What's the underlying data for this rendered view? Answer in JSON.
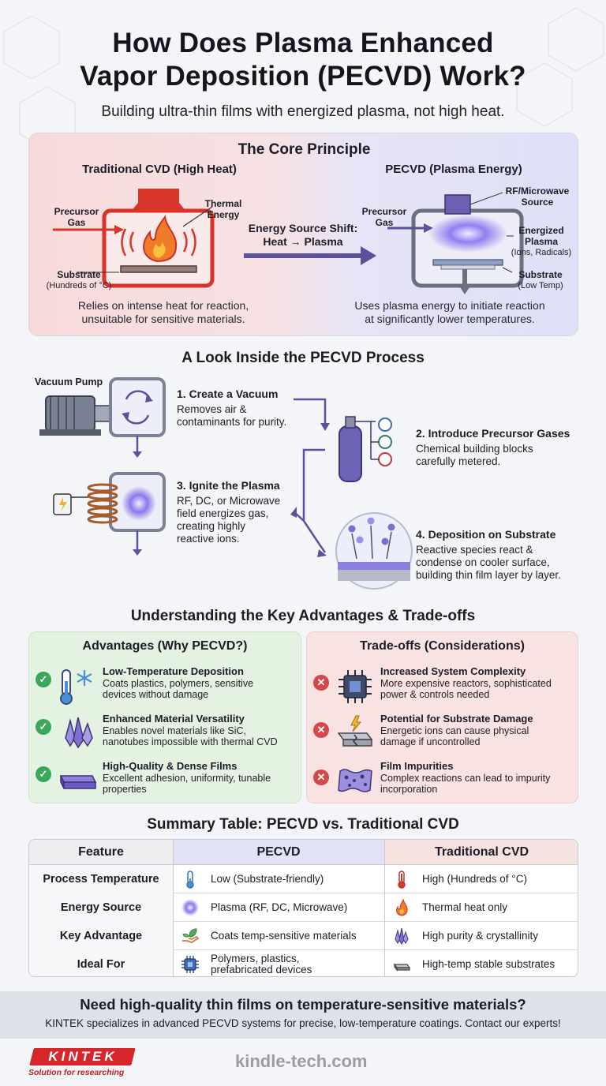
{
  "header": {
    "title_line1": "How Does Plasma Enhanced",
    "title_line2": "Vapor Deposition (PECVD) Work?",
    "subtitle": "Building ultra-thin films with energized plasma, not high heat."
  },
  "core": {
    "title": "The Core Principle",
    "left": {
      "heading": "Traditional CVD (High Heat)",
      "precursor_line1": "Precursor",
      "precursor_line2": "Gas",
      "thermal_line1": "Thermal",
      "thermal_line2": "Energy",
      "substrate": "Substrate",
      "substrate_note": "(Hundreds of °C)",
      "desc_line1": "Relies on intense heat for reaction,",
      "desc_line2": "unsuitable for sensitive materials."
    },
    "shift_line1": "Energy Source Shift:",
    "shift_line2": "Heat → Plasma",
    "right": {
      "heading": "PECVD (Plasma Energy)",
      "precursor_line1": "Precursor",
      "precursor_line2": "Gas",
      "source_line1": "RF/Microwave",
      "source_line2": "Source",
      "plasma_line1": "Energized",
      "plasma_line2": "Plasma",
      "plasma_note": "(Ions, Radicals)",
      "substrate": "Substrate",
      "substrate_note": "(Low Temp)",
      "desc_line1": "Uses plasma energy to initiate reaction",
      "desc_line2": "at significantly lower temperatures."
    }
  },
  "process": {
    "title": "A Look Inside the PECVD Process",
    "vacuum_pump_label": "Vacuum Pump",
    "steps": [
      {
        "title": "1. Create a Vacuum",
        "line1": "Removes air &",
        "line2": "contaminants for purity.",
        "line3": ""
      },
      {
        "title": "2. Introduce Precursor Gases",
        "line1": "Chemical building blocks",
        "line2": "carefully metered.",
        "line3": ""
      },
      {
        "title": "3. Ignite the Plasma",
        "line1": "RF, DC, or Microwave",
        "line2": "field energizes gas,",
        "line3": "creating highly",
        "line4": "reactive ions."
      },
      {
        "title": "4. Deposition on Substrate",
        "line1": "Reactive species react &",
        "line2": "condense on cooler surface,",
        "line3": "building thin film layer by layer."
      }
    ]
  },
  "tradeoffs_section": {
    "title": "Understanding the Key Advantages & Trade-offs",
    "advantages": {
      "title": "Advantages (Why PECVD?)",
      "items": [
        {
          "title": "Low-Temperature Deposition",
          "line1": "Coats plastics, polymers, sensitive",
          "line2": "devices without damage",
          "icon": "thermometer-snowflake-icon"
        },
        {
          "title": "Enhanced Material Versatility",
          "line1": "Enables novel materials like SiC,",
          "line2": "nanotubes impossible with thermal CVD",
          "icon": "crystal-icon"
        },
        {
          "title": "High-Quality & Dense Films",
          "line1": "Excellent adhesion, uniformity, tunable",
          "line2": "properties",
          "icon": "film-layer-icon"
        }
      ]
    },
    "tradeoffs": {
      "title": "Trade-offs (Considerations)",
      "items": [
        {
          "title": "Increased System Complexity",
          "line1": "More expensive reactors, sophisticated",
          "line2": "power & controls needed",
          "icon": "chip-icon"
        },
        {
          "title": "Potential for Substrate Damage",
          "line1": "Energetic ions can cause physical",
          "line2": "damage if uncontrolled",
          "icon": "cracked-substrate-icon"
        },
        {
          "title": "Film Impurities",
          "line1": "Complex reactions can lead to impurity",
          "line2": "incorporation",
          "icon": "impure-film-icon"
        }
      ]
    }
  },
  "table": {
    "title": "Summary Table: PECVD vs. Traditional CVD",
    "headers": [
      "Feature",
      "PECVD",
      "Traditional CVD"
    ],
    "rows": [
      {
        "feature": "Process Temperature",
        "pecvd": "Low (Substrate-friendly)",
        "pecvd2": "",
        "cvd": "High (Hundreds of °C)"
      },
      {
        "feature": "Energy Source",
        "pecvd": "Plasma (RF, DC, Microwave)",
        "pecvd2": "",
        "cvd": "Thermal heat only"
      },
      {
        "feature": "Key Advantage",
        "pecvd": "Coats temp-sensitive materials",
        "pecvd2": "",
        "cvd": "High purity & crystallinity"
      },
      {
        "feature": "Ideal For",
        "pecvd": "Polymers, plastics,",
        "pecvd2": "prefabricated devices",
        "cvd": "High-temp stable substrates"
      }
    ]
  },
  "cta": {
    "heading": "Need high-quality thin films on temperature-sensitive materials?",
    "text": "KINTEK specializes in advanced PECVD systems for precise, low-temperature coatings. Contact our experts!"
  },
  "footer": {
    "logo": "KINTEK",
    "tagline": "Solution for researching",
    "site": "kindle-tech.com"
  },
  "colors": {
    "heat_red": "#d9342b",
    "plasma_purple": "#6f5fb3",
    "arrow_purple": "#5b519c",
    "ok_green": "#3aa85a",
    "warn_red": "#d4484c"
  }
}
